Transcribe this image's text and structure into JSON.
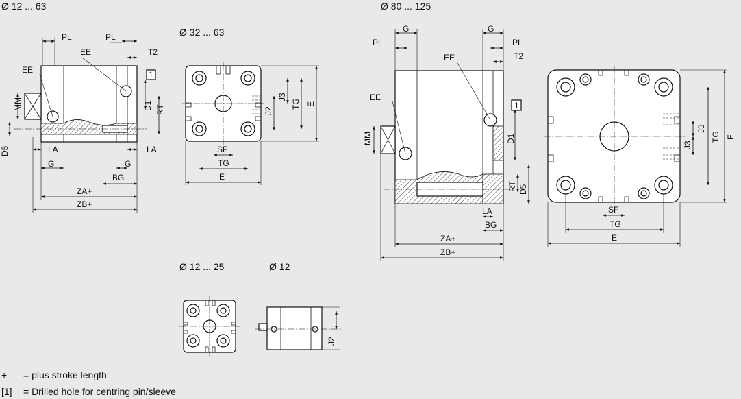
{
  "titles": {
    "side_small": "Ø 12 ... 63",
    "end_small": "Ø 32 ... 63",
    "side_large": "Ø 80 ... 125",
    "end_mini": "Ø 12 ... 25",
    "side_mini": "Ø 12"
  },
  "dim": {
    "PL": "PL",
    "EE": "EE",
    "T2": "T2",
    "MM": "MM",
    "D1": "D1",
    "RT": "RT",
    "D5": "D5",
    "LA": "LA",
    "G": "G",
    "BG": "BG",
    "ZA": "ZA+",
    "ZB": "ZB+",
    "J2": "J2",
    "J3": "J3",
    "TG": "TG",
    "E": "E",
    "SF": "SF"
  },
  "callout": "1",
  "legend": [
    {
      "symbol": "+",
      "text": "= plus stroke length"
    },
    {
      "symbol": "[1]",
      "text": "= Drilled hole for centring pin/sleeve"
    }
  ]
}
